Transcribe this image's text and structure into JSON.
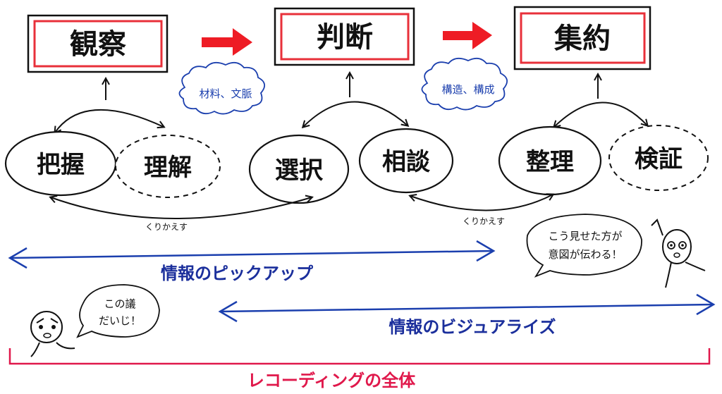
{
  "stages": [
    {
      "label": "観察"
    },
    {
      "label": "判断"
    },
    {
      "label": "集約"
    }
  ],
  "clouds": [
    {
      "label": "材料、文脈"
    },
    {
      "label": "構造、構成"
    }
  ],
  "bubbles": [
    {
      "label": "把握",
      "dashed": false
    },
    {
      "label": "理解",
      "dashed": true
    },
    {
      "label": "選択",
      "dashed": false
    },
    {
      "label": "相談",
      "dashed": false
    },
    {
      "label": "整理",
      "dashed": false
    },
    {
      "label": "検証",
      "dashed": true
    }
  ],
  "repeat_labels": [
    "くりかえす",
    "くりかえす"
  ],
  "spans": {
    "pickup": "情報のピックアップ",
    "visualize": "情報のビジュアライズ",
    "whole": "レコーディングの全体"
  },
  "speech": {
    "left": [
      "この議",
      "だいじ！"
    ],
    "right": [
      "こう見せた方が",
      "意図が伝わる！"
    ]
  },
  "colors": {
    "arrow_red": "#ee1c25",
    "box_border_red": "#e8303a",
    "blue": "#1b3fae",
    "pink": "#e0184b",
    "ink": "#111111"
  }
}
